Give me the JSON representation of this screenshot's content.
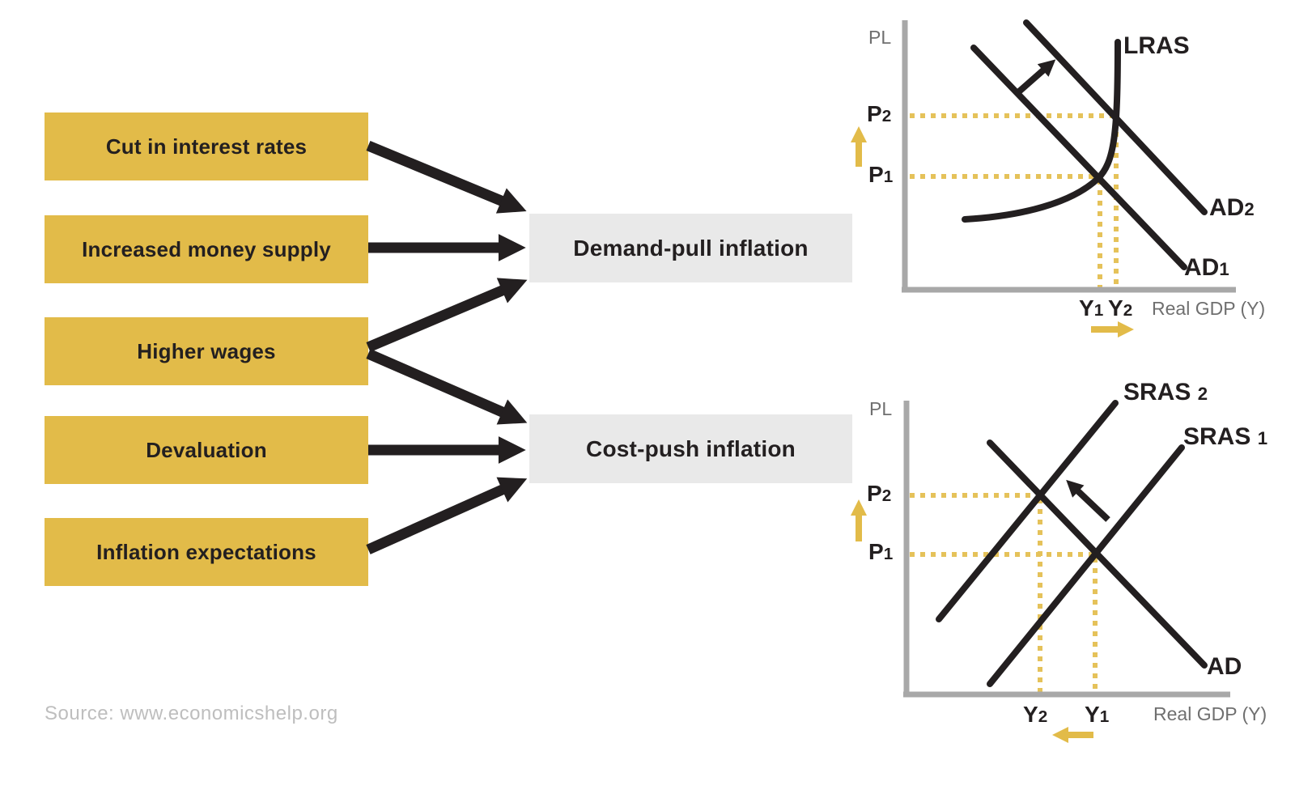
{
  "causes": [
    "Cut in interest rates",
    "Increased money supply",
    "Higher wages",
    "Devaluation",
    "Inflation expectations"
  ],
  "effects": {
    "demand": "Demand-pull inflation",
    "cost": "Cost-push inflation"
  },
  "graphs": {
    "top": {
      "pl": "PL",
      "xaxis": "Real GDP (Y)",
      "lras": "LRAS",
      "ad1": {
        "main": "AD",
        "sub": "1"
      },
      "ad2": {
        "main": "AD",
        "sub": "2"
      },
      "p1": {
        "main": "P",
        "sub": "1"
      },
      "p2": {
        "main": "P",
        "sub": "2"
      },
      "y1": {
        "main": "Y",
        "sub": "1"
      },
      "y2": {
        "main": "Y",
        "sub": "2"
      }
    },
    "bottom": {
      "pl": "PL",
      "xaxis": "Real GDP (Y)",
      "sras2": {
        "main": "SRAS ",
        "sub": "2"
      },
      "sras1": {
        "main": "SRAS ",
        "sub": "1"
      },
      "ad": "AD",
      "p1": {
        "main": "P",
        "sub": "1"
      },
      "p2": {
        "main": "P",
        "sub": "2"
      },
      "y1": {
        "main": "Y",
        "sub": "1"
      },
      "y2": {
        "main": "Y",
        "sub": "2"
      }
    }
  },
  "source": "Source: www.economicshelp.org",
  "colors": {
    "gold": "#E2BB49",
    "dotted_gold": "#E5C25A",
    "ink_black": "#231F20",
    "panel_gray": "#E9E9E9",
    "axis_gray": "#A8A8A8",
    "muted_label_gray": "#6F6F6F",
    "source_gray": "#BEBEBE"
  }
}
